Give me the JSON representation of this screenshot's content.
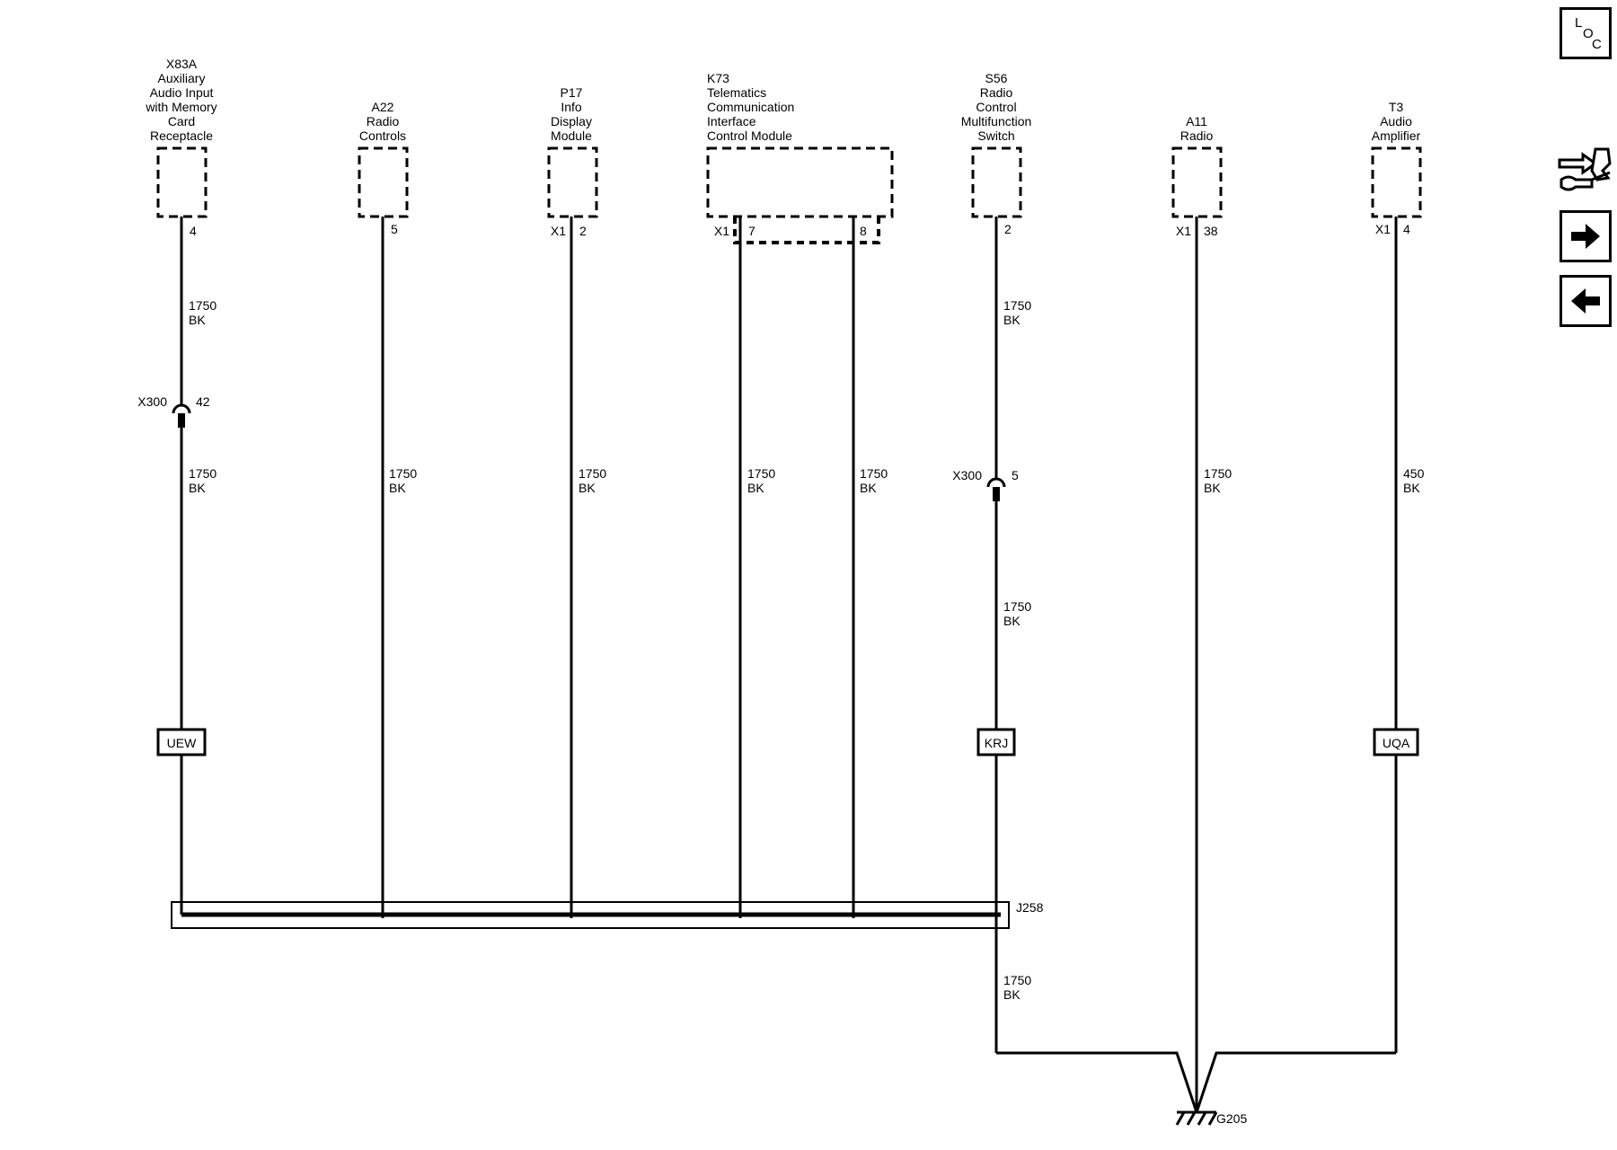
{
  "components": [
    {
      "id": "x83a",
      "lines": [
        "X83A",
        "Auxiliary",
        "Audio Input",
        "with Memory",
        "Card",
        "Receptacle"
      ],
      "pin": "4",
      "connector": ""
    },
    {
      "id": "a22",
      "lines": [
        "A22",
        "Radio",
        "Controls"
      ],
      "pin": "5",
      "connector": ""
    },
    {
      "id": "p17",
      "lines": [
        "P17",
        "Info",
        "Display",
        "Module"
      ],
      "pin": "2",
      "connector": "X1"
    },
    {
      "id": "k73",
      "lines": [
        "K73",
        "Telematics",
        "Communication",
        "Interface",
        "Control Module"
      ],
      "pin": "7",
      "pin2": "8",
      "connector": "X1"
    },
    {
      "id": "s56",
      "lines": [
        "S56",
        "Radio",
        "Control",
        "Multifunction",
        "Switch"
      ],
      "pin": "2",
      "connector": ""
    },
    {
      "id": "a11",
      "lines": [
        "A11",
        "Radio"
      ],
      "pin": "38",
      "connector": "X1"
    },
    {
      "id": "t3",
      "lines": [
        "T3",
        "Audio",
        "Amplifier"
      ],
      "pin": "4",
      "connector": "X1"
    }
  ],
  "wires": {
    "x83a_upper": {
      "gauge": "1750",
      "color": "BK"
    },
    "x83a_lower": {
      "gauge": "1750",
      "color": "BK"
    },
    "a22": {
      "gauge": "1750",
      "color": "BK"
    },
    "p17": {
      "gauge": "1750",
      "color": "BK"
    },
    "k73_7": {
      "gauge": "1750",
      "color": "BK"
    },
    "k73_8": {
      "gauge": "1750",
      "color": "BK"
    },
    "s56_upper": {
      "gauge": "1750",
      "color": "BK"
    },
    "s56_lower": {
      "gauge": "1750",
      "color": "BK"
    },
    "s56_ground": {
      "gauge": "1750",
      "color": "BK"
    },
    "a11": {
      "gauge": "1750",
      "color": "BK"
    },
    "t3": {
      "gauge": "450",
      "color": "BK"
    }
  },
  "inline_connectors": {
    "x300_a": {
      "name": "X300",
      "pin": "42"
    },
    "x300_b": {
      "name": "X300",
      "pin": "5"
    }
  },
  "options": {
    "uew": "UEW",
    "krj": "KRJ",
    "uqa": "UQA"
  },
  "splice": "J258",
  "ground": "G205",
  "nav": {
    "loc_l": "L",
    "loc_o": "O",
    "loc_c": "C",
    "forward_icon": "arrow-right-icon",
    "back_icon": "arrow-left-icon",
    "connector_icon": "connector-tools-icon"
  }
}
